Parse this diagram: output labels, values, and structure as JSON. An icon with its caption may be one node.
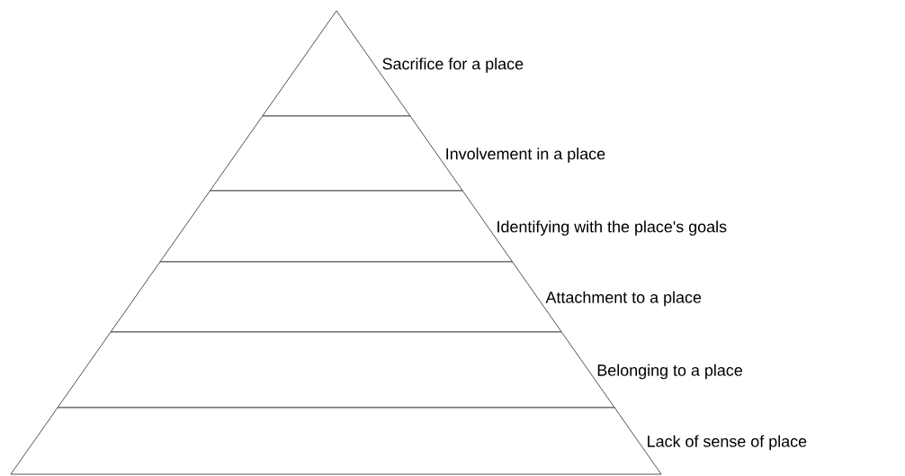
{
  "diagram": {
    "nodes": [
      {
        "text": [
          "Sacrifice for a place"
        ]
      },
      {
        "text": [
          "Involvement in a place"
        ]
      },
      {
        "text": [
          "Identifying with the place's goals"
        ]
      },
      {
        "text": [
          "Attachment to a place"
        ]
      },
      {
        "text": [
          "Belonging to a place"
        ]
      },
      {
        "text": [
          "Lack of sense of place"
        ]
      }
    ]
  }
}
